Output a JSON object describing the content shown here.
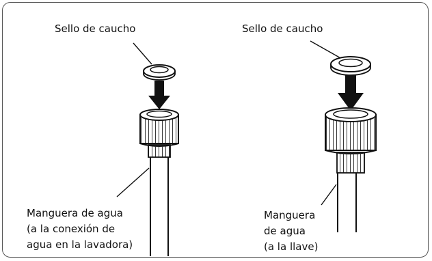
{
  "left": {
    "seal_label": "Sello de caucho",
    "hose_label_lines": [
      "Manguera de agua",
      "(a la conexión de",
      "agua en la lavadora)"
    ]
  },
  "right": {
    "seal_label": "Sello de caucho",
    "hose_label_lines": [
      "Manguera",
      "de agua",
      "(a la llave)"
    ]
  }
}
